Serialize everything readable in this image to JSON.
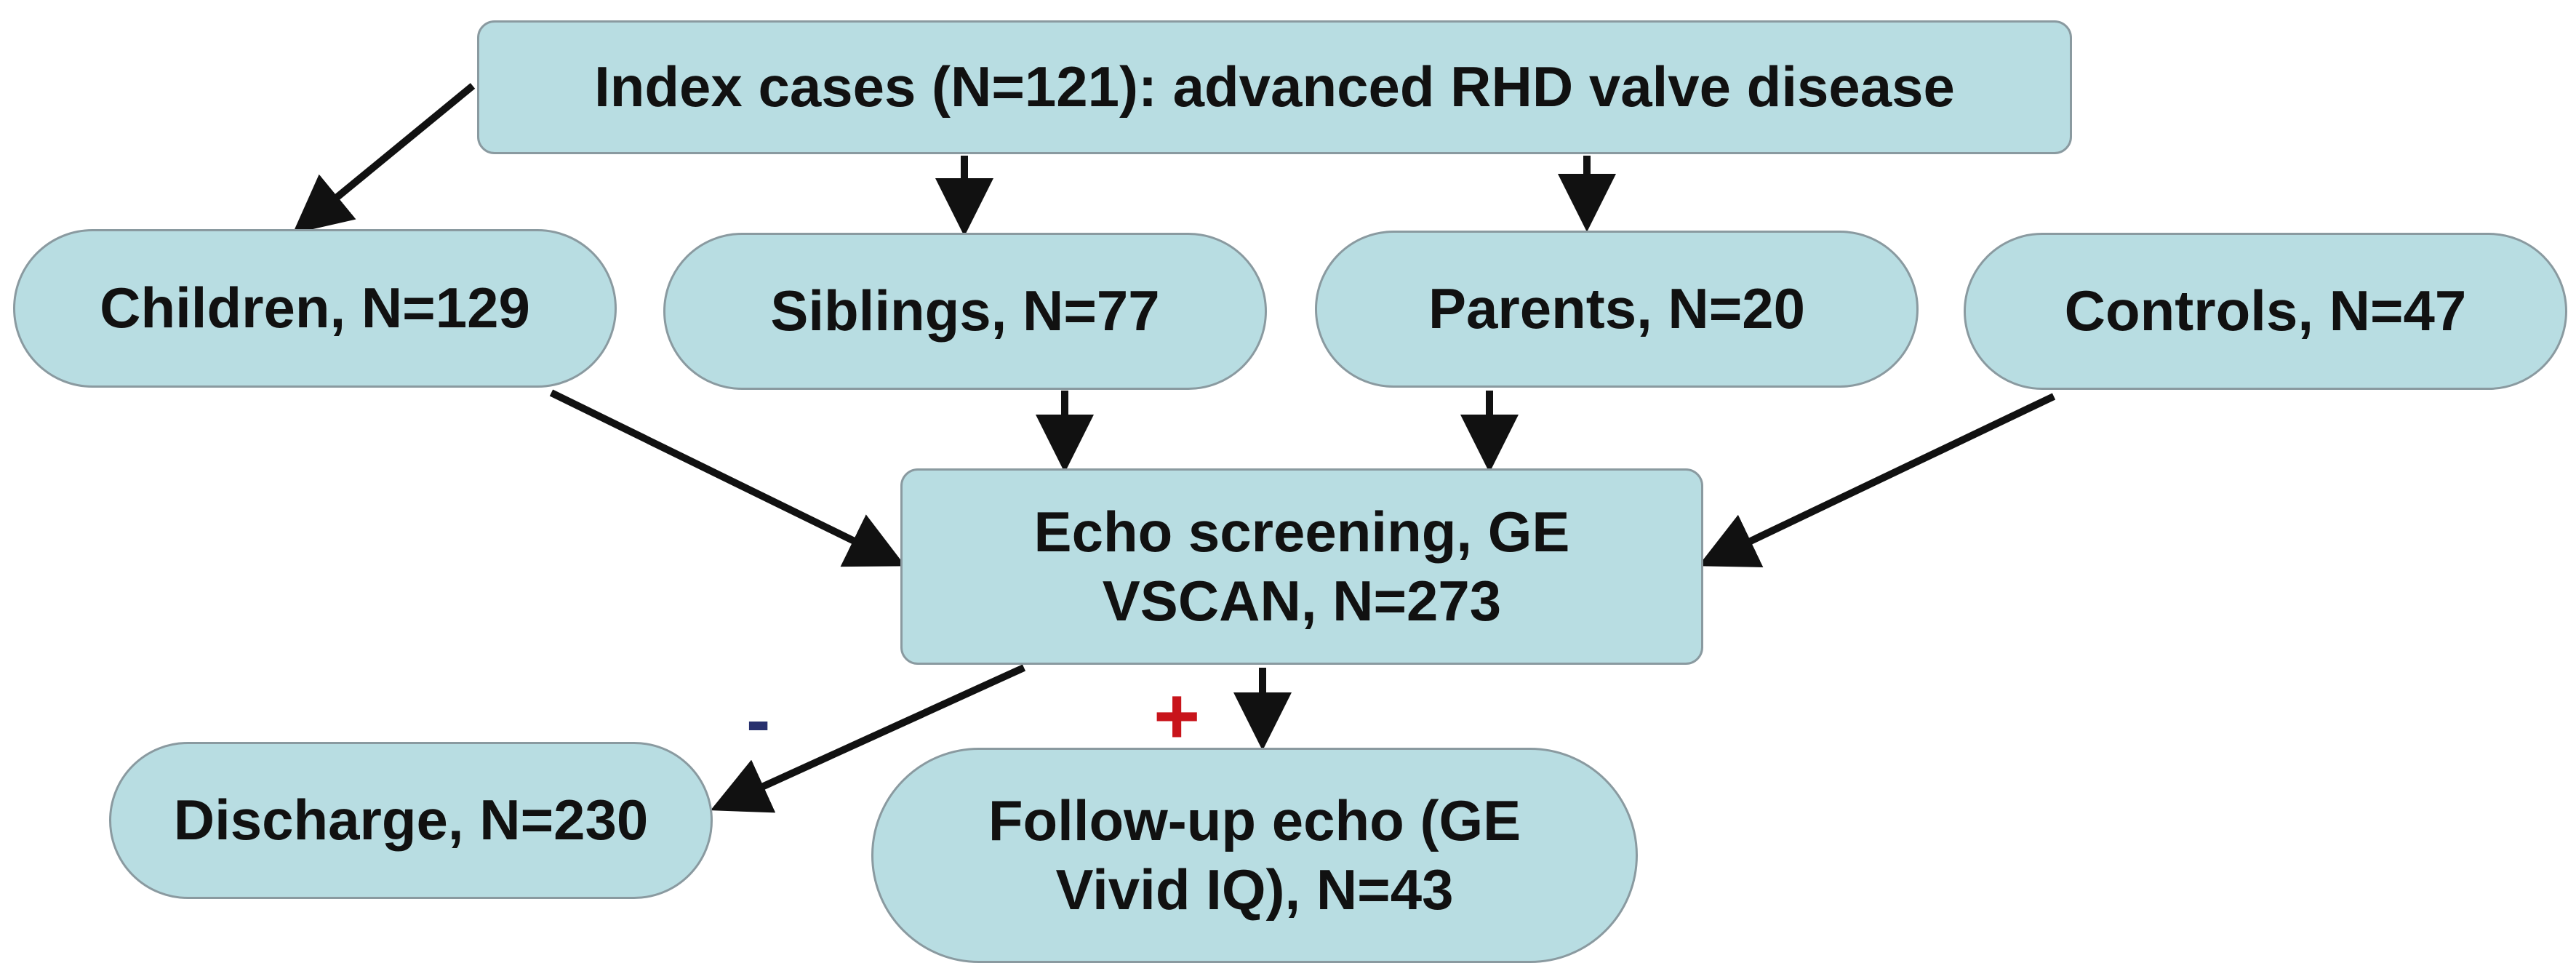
{
  "flowchart": {
    "index_cases": "Index cases (N=121): advanced RHD valve disease",
    "children": "Children, N=129",
    "siblings": "Siblings, N=77",
    "parents": "Parents, N=20",
    "controls": "Controls, N=47",
    "echo_line1": "Echo screening, GE",
    "echo_line2": "VSCAN, N=273",
    "discharge": "Discharge, N=230",
    "followup_line1": "Follow-up echo (GE",
    "followup_line2": "Vivid IQ), N=43",
    "negative_sign": "-",
    "positive_sign": "+"
  },
  "colors": {
    "node_fill": "#b8dde2",
    "node_border": "#8a9aa0",
    "arrow": "#111111",
    "negative": "#27306e",
    "positive": "#c8141b"
  }
}
